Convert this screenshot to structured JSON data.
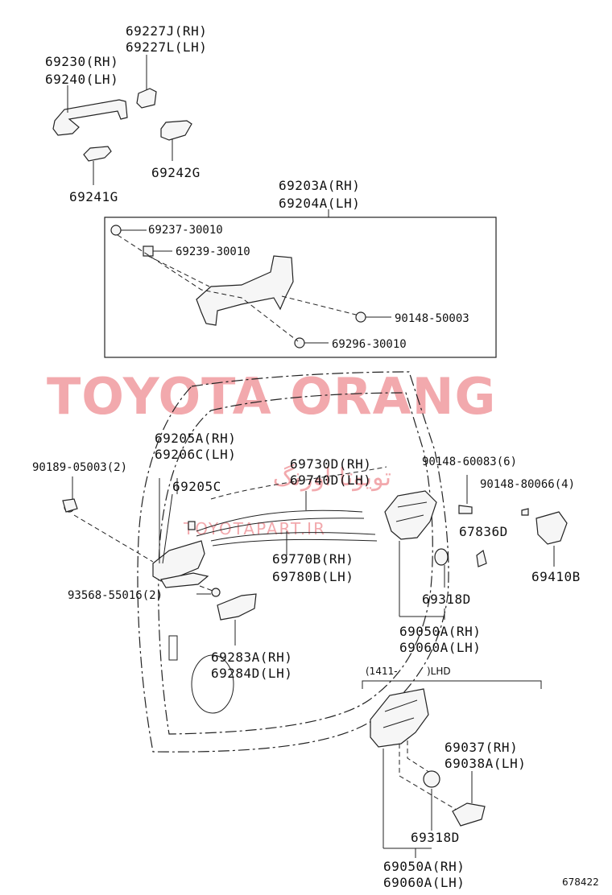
{
  "watermark": {
    "main": "TOYOTA ORANG",
    "sub": "TOYOTAPART.IR",
    "arabic": "تویوتا اورنگ",
    "color": "#f2a9ad"
  },
  "labels": {
    "p69227_rh": "69227J(RH)",
    "p69227_lh": "69227L(LH)",
    "p69230_rh": "69230(RH)",
    "p69240_lh": "69240(LH)",
    "p69242g": "69242G",
    "p69241g": "69241G",
    "p69203_rh": "69203A(RH)",
    "p69204_lh": "69204A(LH)",
    "p69237": "69237-30010",
    "p69239": "69239-30010",
    "p90148_50003": "90148-50003",
    "p69296": "69296-30010",
    "p69205a_rh": "69205A(RH)",
    "p69206c_lh": "69206C(LH)",
    "p69205c": "69205C",
    "p90189": "90189-05003(2)",
    "p69730_rh": "69730D(RH)",
    "p69740_lh": "69740D(LH)",
    "p90148_60083": "90148-60083(6)",
    "p90148_80066": "90148-80066(4)",
    "p67836d": "67836D",
    "p69410b": "69410B",
    "p69770_rh": "69770B(RH)",
    "p69780_lh": "69780B(LH)",
    "p93568": "93568-55016(2)",
    "p69318d_a": "69318D",
    "p69050_rh_a": "69050A(RH)",
    "p69060_lh_a": "69060A(LH)",
    "p69283_rh": "69283A(RH)",
    "p69284_lh": "69284D(LH)",
    "range_note": "(1411-",
    "range_lhd": ")LHD",
    "p69037_rh": "69037(RH)",
    "p69038_lh": "69038A(LH)",
    "p69318d_b": "69318D",
    "p69050_rh_b": "69050A(RH)",
    "p69060_lh_b": "69060A(LH)",
    "fig_no": "678422"
  }
}
